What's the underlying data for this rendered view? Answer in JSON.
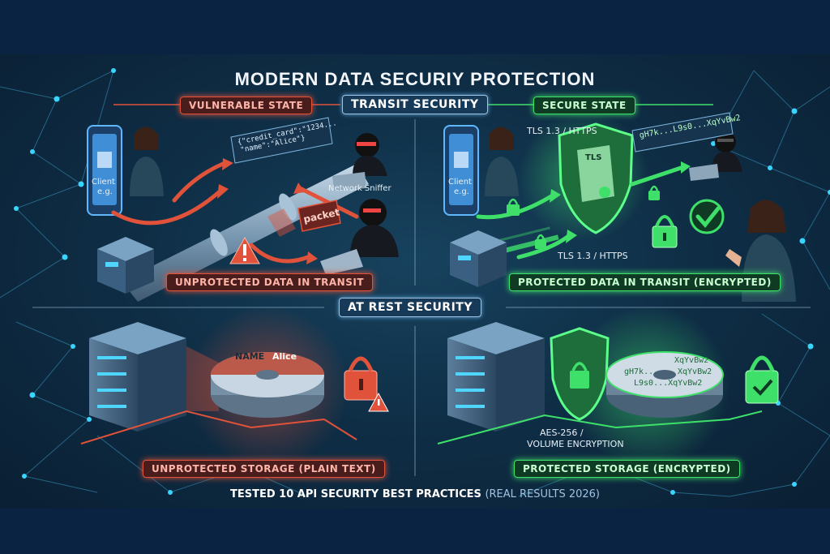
{
  "title": "MODERN DATA SECURIY PROTECTION",
  "sections": {
    "transit": "TRANSIT SECURITY",
    "rest": "AT REST SECURITY"
  },
  "states": {
    "vulnerable": "VULNERABLE STATE",
    "secure": "SECURE STATE"
  },
  "transit_left": {
    "client_label": "Client",
    "client_sub": "e.g.",
    "payload_line1": "{\"credit_card\":\"1234...",
    "payload_line2": "\"name\":\"Alice\"}",
    "sniffer_label": "Network Sniffer",
    "packet_label": "packet",
    "caption": "UNPROTECTED DATA IN TRANSIT"
  },
  "transit_right": {
    "client_label": "Client",
    "client_sub": "e.g.",
    "tls_top": "TLS 1.3 / HTTPS",
    "tls_bottom": "TLS 1.3 / HTTPS",
    "shield_doc": "TLS",
    "cipher": "gH7k...L9s0...XqYvBw2",
    "caption": "PROTECTED DATA IN TRANSIT (ENCRYPTED)"
  },
  "rest_left": {
    "disk_name": "NAME",
    "disk_value": "Alice",
    "caption": "UNPROTECTED STORAGE (PLAIN TEXT)"
  },
  "rest_right": {
    "cipher_1": "XqYvBw2",
    "cipher_2": "gH7k...",
    "cipher_3": "XqYvBw2",
    "cipher_4": "L9s0...XqYvBw2",
    "encryption_line1": "AES-256 /",
    "encryption_line2": "VOLUME ENCRYPTION",
    "caption": "PROTECTED STORAGE (ENCRYPTED)"
  },
  "footer": {
    "main": "TESTED 10 API SECURITY BEST PRACTICES",
    "accent": "(REAL RESULTS 2026)"
  },
  "colors": {
    "danger": "#e0533a",
    "safe": "#3ee06a",
    "neutral": "#9fc3e0",
    "node": "#38d6ff"
  }
}
